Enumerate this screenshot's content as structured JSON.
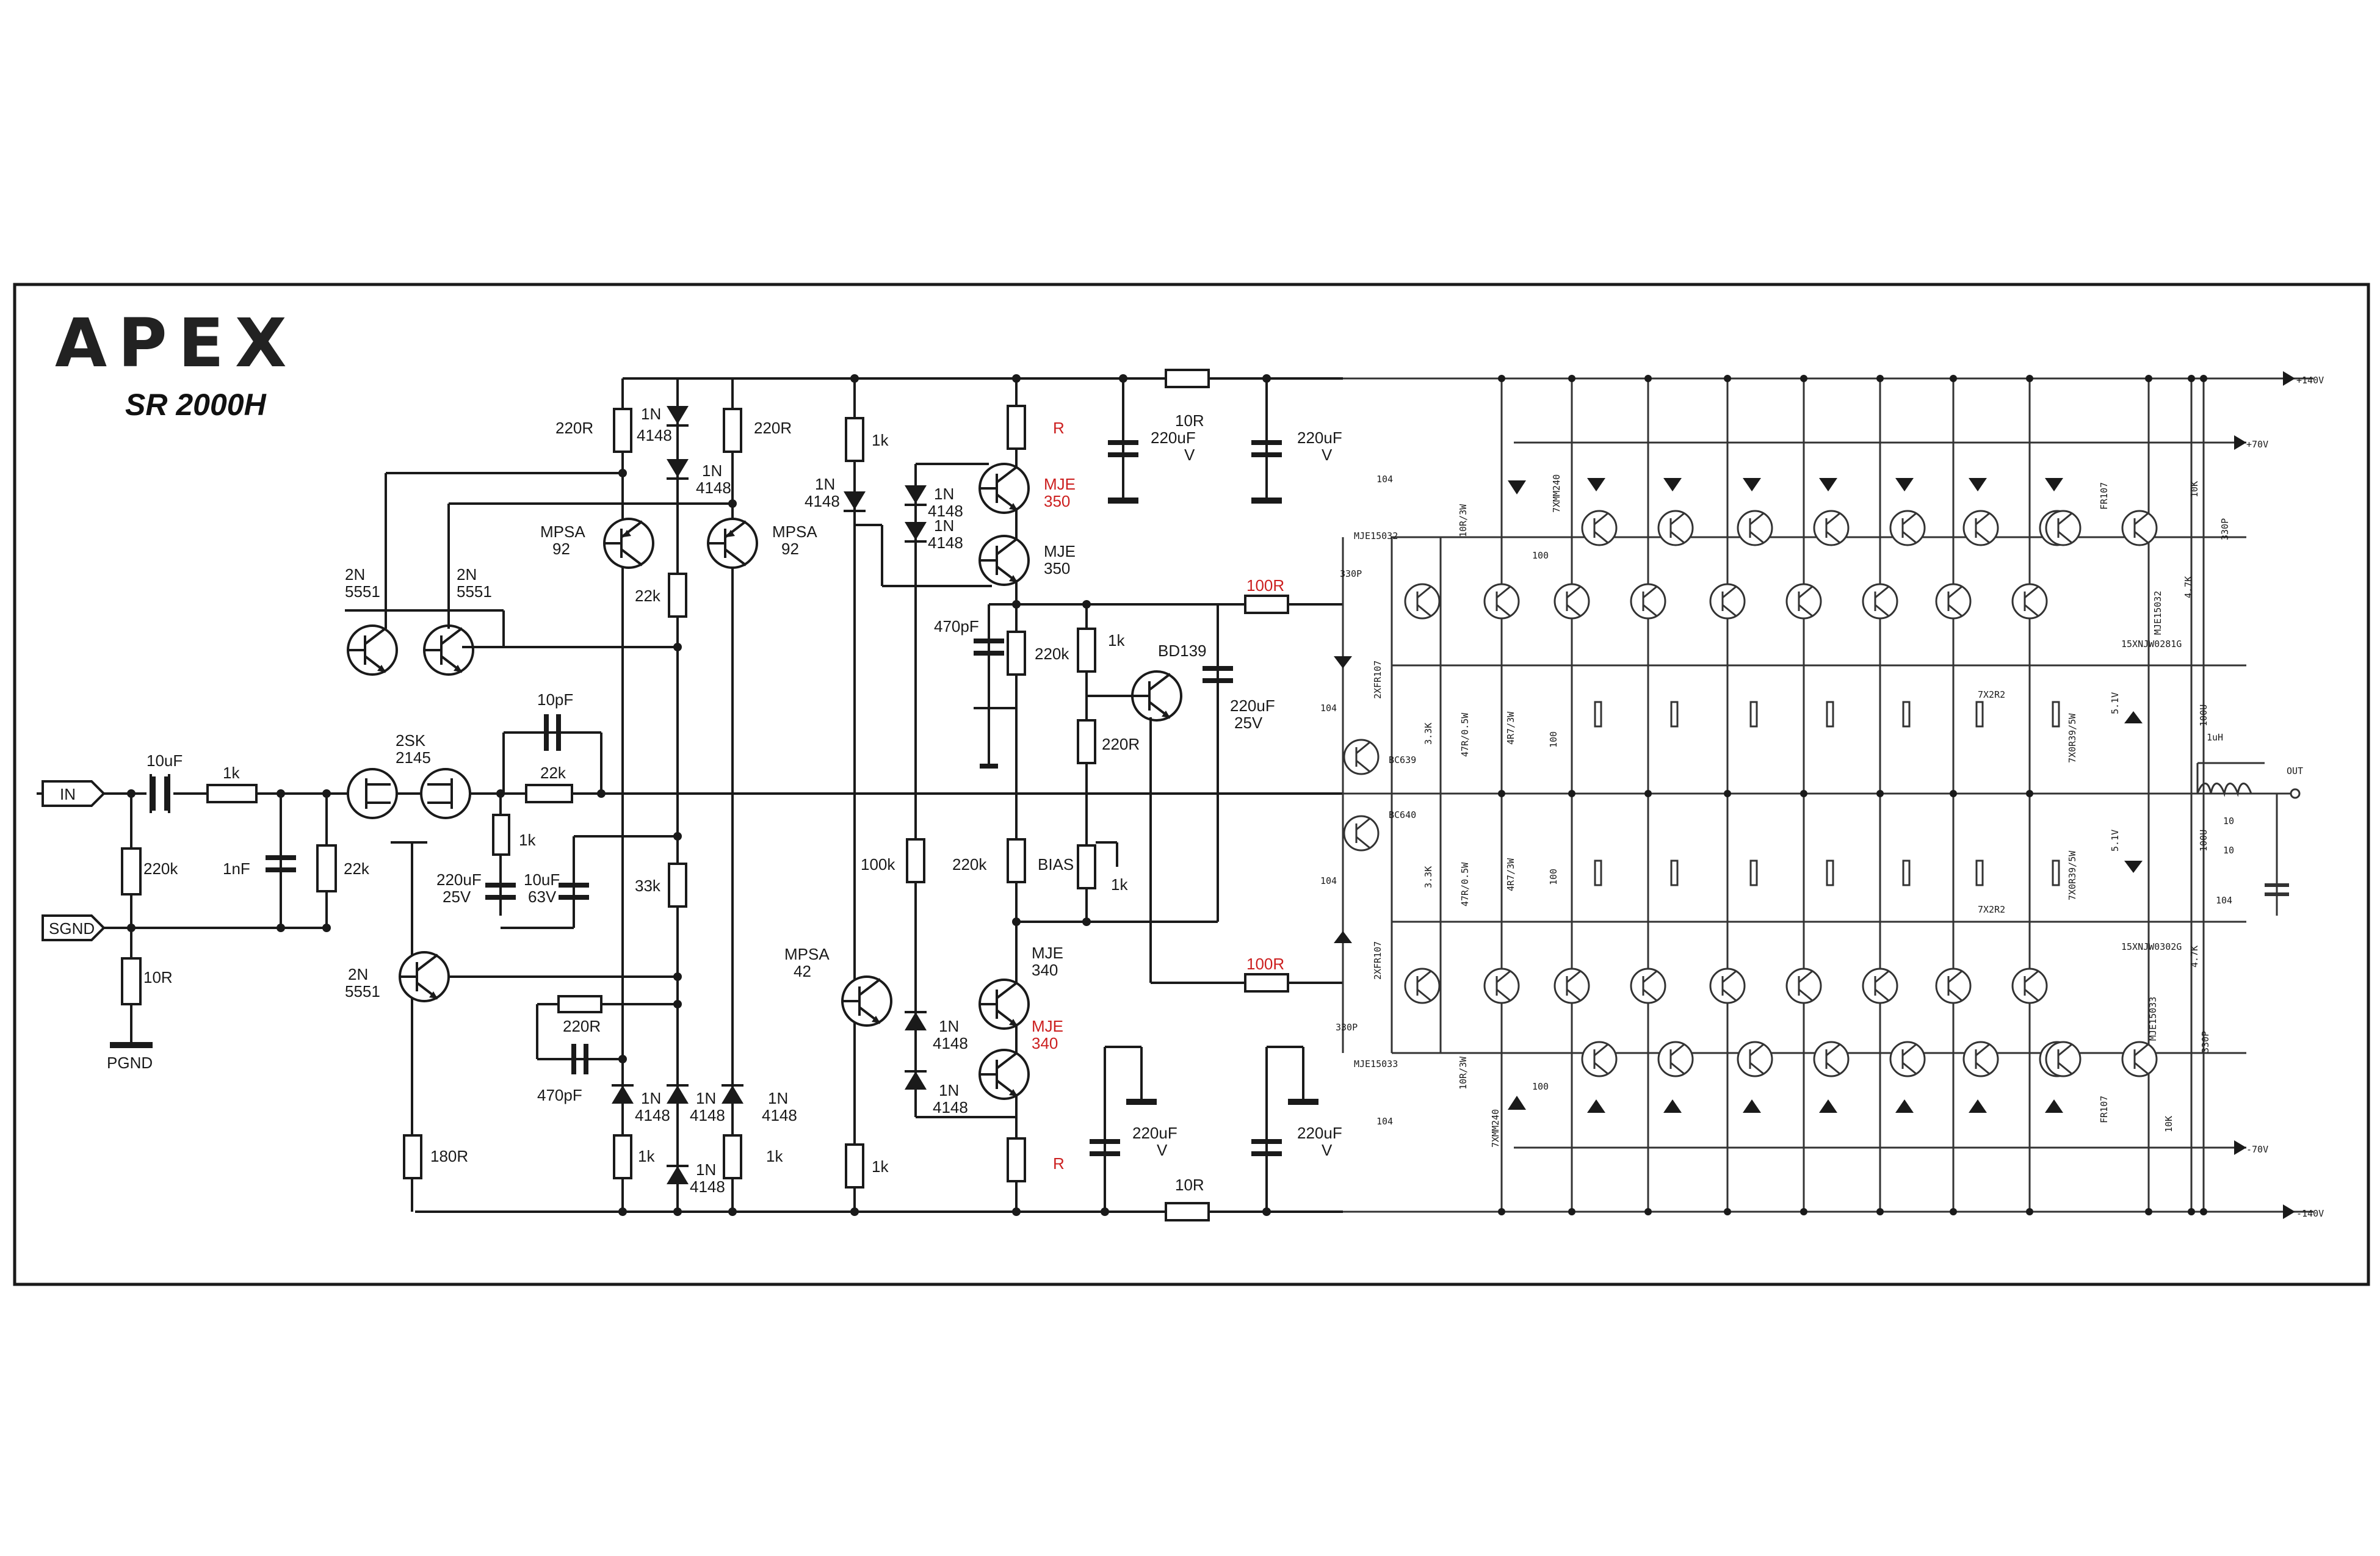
{
  "brand": {
    "logo": "APEX",
    "model": "SR 2000H"
  },
  "ports": {
    "input": "IN",
    "signal_ground": "SGND",
    "power_ground": "PGND",
    "output": "OUT"
  },
  "rails": {
    "pos_high": "+140V",
    "pos_low": "+70V",
    "neg_low": "-70V",
    "neg_high": "-140V"
  },
  "front_end": {
    "input_cap": "10uF",
    "input_res": "1k",
    "bias_res": "220k",
    "filter_cap": "1nF",
    "gate_res": "22k",
    "ground_lift": "10R",
    "jfet_name": "2SK",
    "jfet_part": "2145",
    "cs_top_l_a": "2N",
    "cs_top_l_b": "5551",
    "cs_top_r_a": "2N",
    "cs_top_r_b": "5551",
    "cs_bot_a": "2N",
    "cs_bot_b": "5551",
    "fb_cap": "10pF",
    "fb_res": "22k",
    "fb_shunt_res": "1k",
    "fb_cap_a_1": "220uF",
    "fb_cap_a_2": "25V",
    "fb_cap_b_1": "10uF",
    "fb_cap_b_2": "63V",
    "emitter_res": "180R"
  },
  "vas": {
    "top_res_l": "220R",
    "top_res_r": "220R",
    "top_diode_a": "1N",
    "top_diode_b": "4148",
    "top_diode2_a": "1N",
    "top_diode2_b": "4148",
    "mpsa92_l_a": "MPSA",
    "mpsa92_l_b": "92",
    "mpsa92_r_a": "MPSA",
    "mpsa92_r_b": "92",
    "mid_res": "22k",
    "mid_res2": "33k",
    "bot_res_a": "220R",
    "bot_cap": "470pF",
    "bot_diode_l_a": "1N",
    "bot_diode_l_b": "4148",
    "bot_diode_m_a": "1N",
    "bot_diode_m_b": "4148",
    "bot_diode_r_a": "1N",
    "bot_diode_r_b": "4148",
    "bot_diode_m2_a": "1N",
    "bot_diode_m2_b": "4148",
    "bot_res_l": "1k",
    "bot_res_r": "1k",
    "col_res_top": "1k",
    "col_diode_a": "1N",
    "col_diode_b": "4148",
    "col_res_mid": "100k",
    "col_res_bot": "1k",
    "mpsa42_a": "MPSA",
    "mpsa42_b": "42"
  },
  "driver": {
    "top_r": "R",
    "mje350_top_a": "MJE",
    "mje350_top_b": "350",
    "mje350_bot_a": "MJE",
    "mje350_bot_b": "350",
    "top_d1_a": "1N",
    "top_d1_b": "4148",
    "top_d2_a": "1N",
    "top_d2_b": "4148",
    "comp_cap": "470pF",
    "res_220k_a": "220k",
    "res_1k": "1k",
    "res_220r": "220R",
    "res_220k_b": "220k",
    "bias_pot": "BIAS",
    "bias_pot_val": "1k",
    "bd139": "BD139",
    "bias_cap_1": "220uF",
    "bias_cap_2": "25V",
    "mje340_top_a": "MJE",
    "mje340_top_b": "340",
    "mje340_bot_a": "MJE",
    "mje340_bot_b": "340",
    "bot_d1_a": "1N",
    "bot_d1_b": "4148",
    "bot_d2_a": "1N",
    "bot_d2_b": "4148",
    "bot_r": "R",
    "out_res_top": "100R",
    "out_res_bot": "100R",
    "rail_res_top": "10R",
    "rail_res_bot": "10R",
    "rail_cap_1": "220uF",
    "rail_cap_1v": "V",
    "rail_cap_2": "220uF",
    "rail_cap_2v": "V",
    "rail_cap_3": "220uF",
    "rail_cap_3v": "V",
    "rail_cap_4": "220uF",
    "rail_cap_4v": "V"
  },
  "output_stage": {
    "c104_top": "104",
    "c104_bot": "104",
    "c104_a": "104",
    "c104_b": "104",
    "mje15032_l": "MJE15032",
    "mje15033_l": "MJE15033",
    "c330p_top": "330P",
    "c330p_bot": "330P",
    "r10r3w_top": "10R/3W",
    "r10r3w_bot": "10R/3W",
    "z7xmm240_top": "7XMM240",
    "z7xmm240_bot": "7XMM240",
    "r100_a": "100",
    "r100_b": "100",
    "r100_c": "100",
    "r100_d": "100",
    "d2xfr107_top": "2XFR107",
    "d2xfr107_bot": "2XFR107",
    "bc639": "BC639",
    "bc640": "BC640",
    "r33k_top": "3.3K",
    "r33k_bot": "3.3K",
    "r47r_top": "47R/0.5W",
    "r47r_bot": "47R/0.5W",
    "r4r7_top": "4R7/3W",
    "r4r7_bot": "4R7/3W",
    "r7x2r2_top": "7X2R2",
    "r7x2r2_bot": "7X2R2",
    "r7x0r39_top": "7X0R39/5W",
    "r7x0r39_bot": "7X0R39/5W",
    "npn_array": "15XNJW0281G",
    "pnp_array": "15XNJW0302G",
    "fr107_top": "FR107",
    "fr107_bot": "FR107",
    "r10k_top": "10K",
    "r10k_bot": "10K",
    "mje15032_r": "MJE15032",
    "mje15033_r": "MJE15033",
    "r47k_top": "4.7K",
    "r47k_bot": "4.7K",
    "c330p_r_top": "330P",
    "c330p_r_bot": "330P",
    "z51_top": "5.1V",
    "z51_bot": "5.1V",
    "c100u_top": "100U",
    "c100u_bot": "100U",
    "inductor": "1uH",
    "zobel_r1": "10",
    "zobel_r2": "10",
    "zobel_c": "104"
  }
}
